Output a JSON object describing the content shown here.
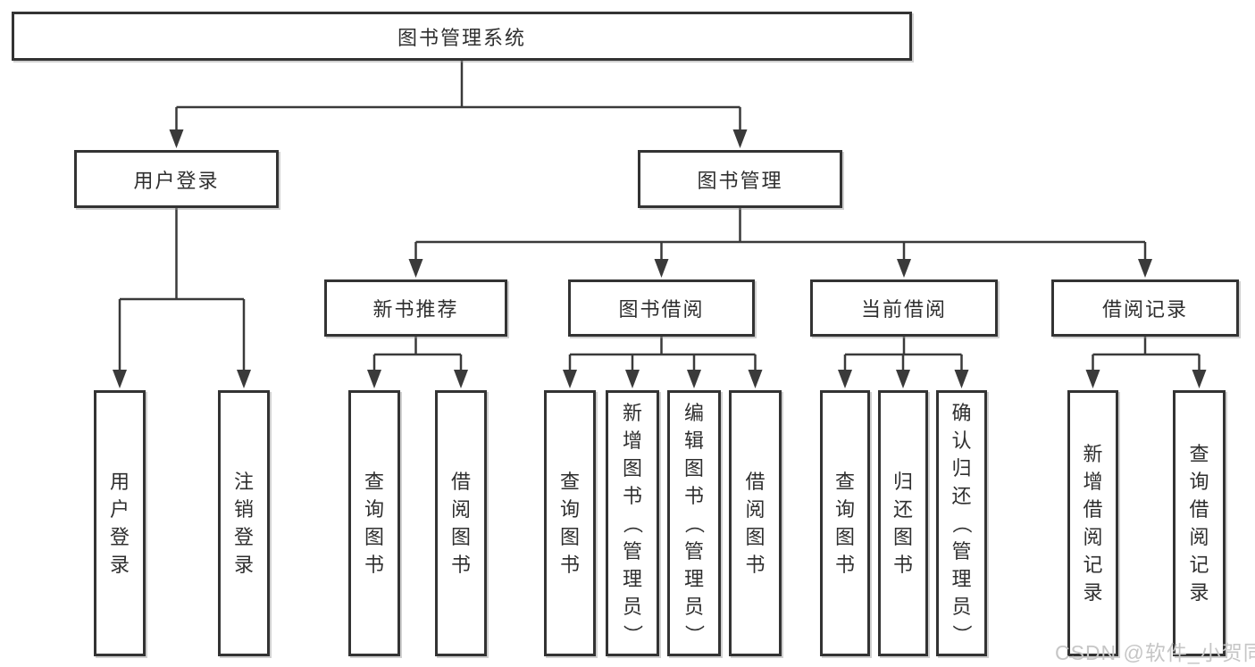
{
  "tree": {
    "root": {
      "label": "图书管理系统",
      "children": [
        {
          "label": "用户登录",
          "children": [
            {
              "label": "用户登录"
            },
            {
              "label": "注销登录"
            }
          ]
        },
        {
          "label": "图书管理",
          "children": [
            {
              "label": "新书推荐",
              "children": [
                {
                  "label": "查询图书"
                },
                {
                  "label": "借阅图书"
                }
              ]
            },
            {
              "label": "图书借阅",
              "children": [
                {
                  "label": "查询图书"
                },
                {
                  "label": "新增图书（管理员）"
                },
                {
                  "label": "编辑图书（管理员）"
                },
                {
                  "label": "借阅图书"
                }
              ]
            },
            {
              "label": "当前借阅",
              "children": [
                {
                  "label": "查询图书"
                },
                {
                  "label": "归还图书"
                },
                {
                  "label": "确认归还（管理员）"
                }
              ]
            },
            {
              "label": "借阅记录",
              "children": [
                {
                  "label": "新增借阅记录"
                },
                {
                  "label": "查询借阅记录"
                }
              ]
            }
          ]
        }
      ]
    }
  },
  "watermark": "CSDN @软件_小贺同学",
  "colors": {
    "box_border": "#333333",
    "connector_line": "#3a3a3a",
    "text": "#2f2f2f",
    "background": "#ffffff",
    "watermark": "#c6c6c6"
  }
}
